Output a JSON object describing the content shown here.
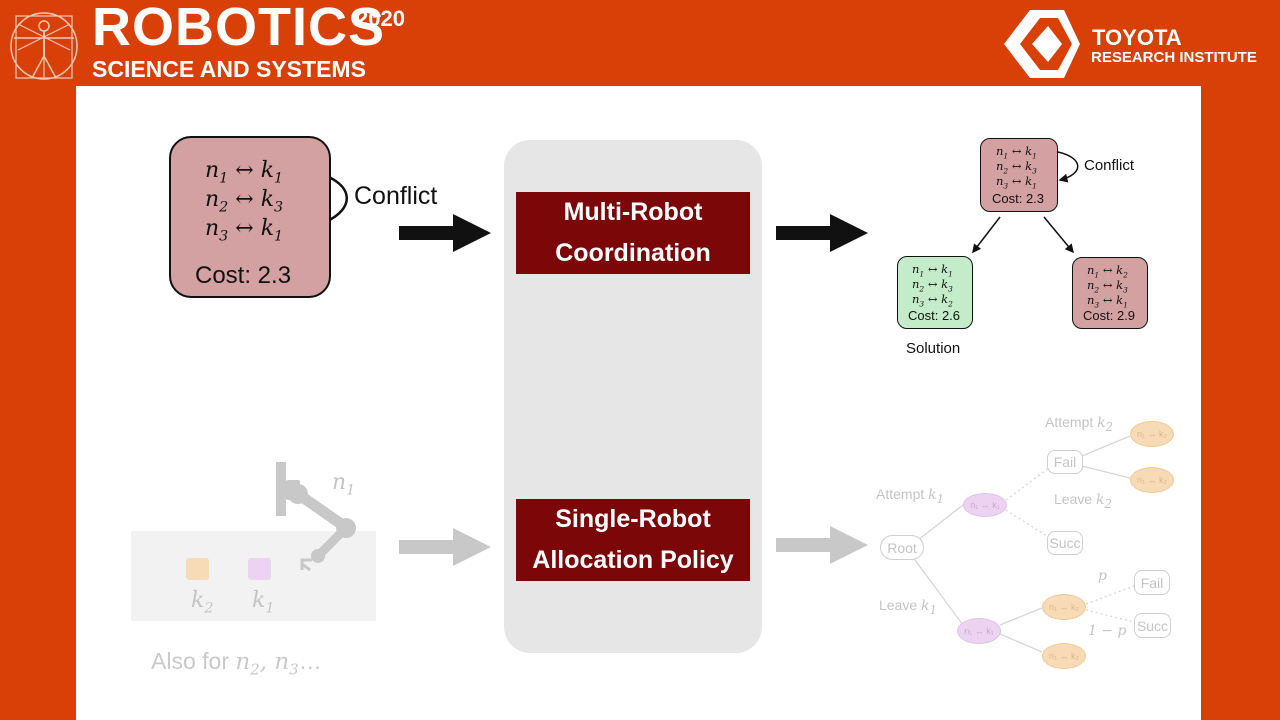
{
  "header": {
    "conference": "ROBOTICS",
    "year": "2020",
    "subtitle": "SCIENCE AND SYSTEMS",
    "institute_line1": "TOYOTA",
    "institute_line2": "RESEARCH INSTITUTE",
    "colors": {
      "header_bg": "#d84008",
      "text": "#ffffff"
    }
  },
  "slide": {
    "conflict_box": {
      "rows": [
        {
          "n": "n",
          "ni": "1",
          "k": "k",
          "ki": "1"
        },
        {
          "n": "n",
          "ni": "2",
          "k": "k",
          "ki": "3"
        },
        {
          "n": "n",
          "ni": "3",
          "k": "k",
          "ki": "1"
        }
      ],
      "cost": "Cost: 2.3",
      "conflict_label": "Conflict",
      "color": "#d4a1a2"
    },
    "center": {
      "top_box": {
        "line1": "Multi-Robot",
        "line2": "Coordination"
      },
      "bottom_box": {
        "line1": "Single-Robot",
        "line2": "Allocation Policy"
      },
      "box_color": "#7b0708"
    },
    "tree": {
      "root": {
        "rows": [
          {
            "n": "n",
            "ni": "1",
            "k": "k",
            "ki": "1"
          },
          {
            "n": "n",
            "ni": "2",
            "k": "k",
            "ki": "3"
          },
          {
            "n": "n",
            "ni": "3",
            "k": "k",
            "ki": "1"
          }
        ],
        "cost": "Cost: 2.3",
        "conflict_label": "Conflict"
      },
      "left": {
        "rows": [
          {
            "n": "n",
            "ni": "1",
            "k": "k",
            "ki": "1"
          },
          {
            "n": "n",
            "ni": "2",
            "k": "k",
            "ki": "3"
          },
          {
            "n": "n",
            "ni": "3",
            "k": "k",
            "ki": "2"
          }
        ],
        "cost": "Cost: 2.6",
        "label": "Solution",
        "color": "#c4ecc8"
      },
      "right": {
        "rows": [
          {
            "n": "n",
            "ni": "1",
            "k": "k",
            "ki": "2"
          },
          {
            "n": "n",
            "ni": "2",
            "k": "k",
            "ki": "3"
          },
          {
            "n": "n",
            "ni": "3",
            "k": "k",
            "ki": "1"
          }
        ],
        "cost": "Cost: 2.9",
        "color": "#d4a1a2"
      }
    },
    "robot_scene": {
      "robot_label": {
        "v": "n",
        "i": "1"
      },
      "object_a": {
        "v": "k",
        "i": "2",
        "color": "#f7dbb6"
      },
      "object_b": {
        "v": "k",
        "i": "1",
        "color": "#ecd3f1"
      },
      "footer_prefix": "Also for ",
      "footer_math": {
        "a": "n",
        "ai": "2",
        "b": "n",
        "bi": "3",
        "dots": "…"
      }
    },
    "policy_tree": {
      "root": "Root",
      "attempt_k1": {
        "text": "Attempt ",
        "v": "k",
        "i": "1"
      },
      "leave_k1": {
        "text": "Leave ",
        "v": "k",
        "i": "1"
      },
      "attempt_k2": {
        "text": "Attempt ",
        "v": "k",
        "i": "2"
      },
      "leave_k2": {
        "text": "Leave ",
        "v": "k",
        "i": "2"
      },
      "fail": "Fail",
      "succ": "Succ",
      "fail2": "Fail",
      "succ2": "Succ",
      "p": "p",
      "one_minus_p": "1 − p",
      "pair_purple": "n₁ ↔ k₁",
      "pair_orange": "n₁ ↔ k₂",
      "colors": {
        "orange": "#f7dbb6",
        "purple": "#ecd3f1"
      }
    }
  }
}
